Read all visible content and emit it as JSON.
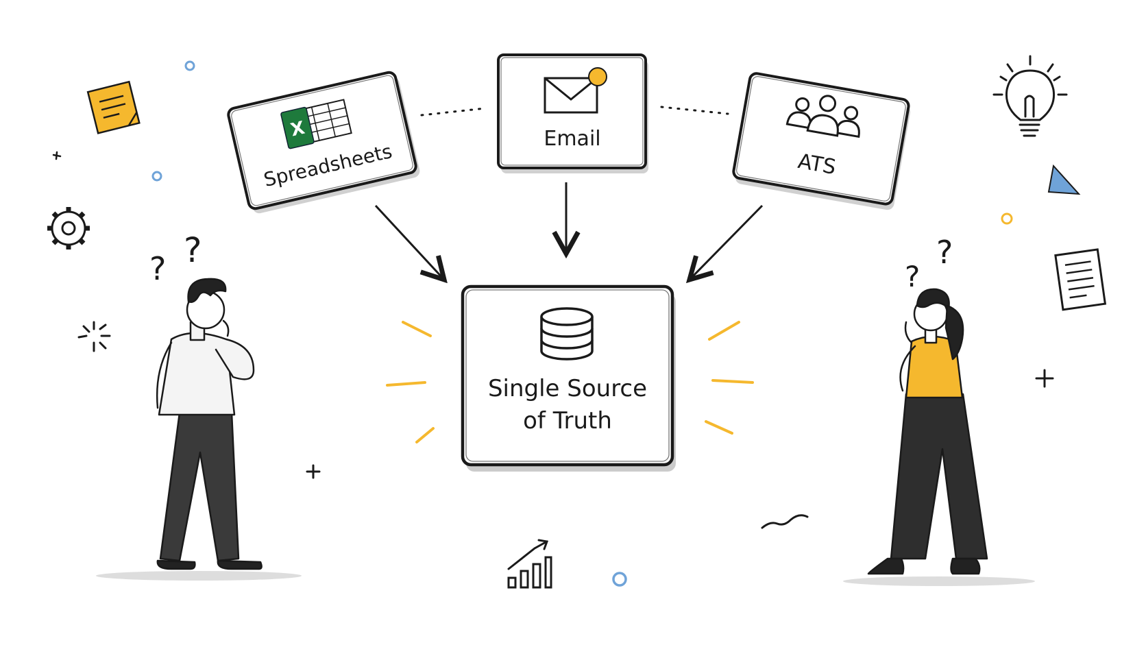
{
  "sources": {
    "spreadsheets": {
      "label": "Spreadsheets",
      "icon": "excel-spreadsheet-icon"
    },
    "email": {
      "label": "Email",
      "icon": "envelope-icon"
    },
    "ats": {
      "label": "ATS",
      "icon": "people-group-icon"
    }
  },
  "hub": {
    "line1": "Single Source",
    "line2": "of Truth",
    "icon": "database-icon"
  },
  "excel_letter": "X",
  "question_mark": "?",
  "colors": {
    "accent_yellow": "#f5b82e",
    "accent_blue": "#6fa3d8",
    "excel_green": "#1e7a3c",
    "ink": "#1a1a1a"
  }
}
